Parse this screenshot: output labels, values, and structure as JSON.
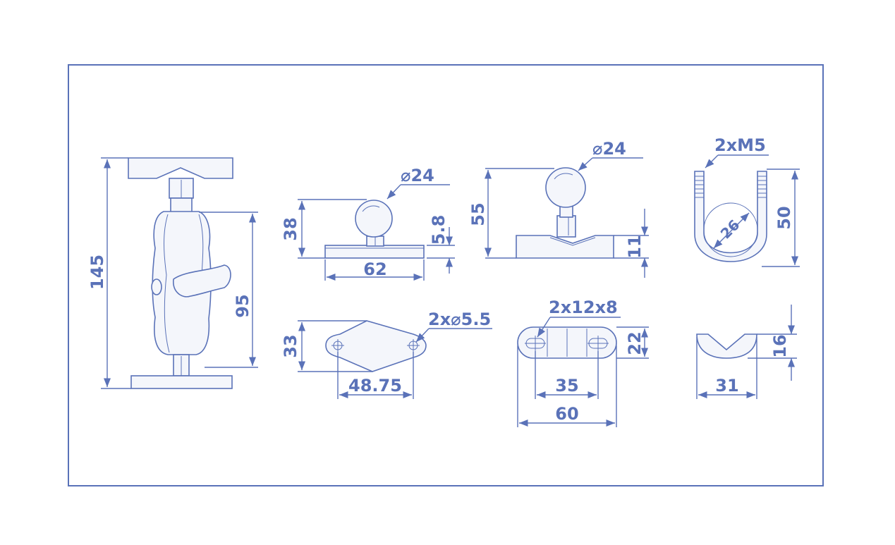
{
  "colors": {
    "line": "#5a72b8",
    "fill": "#f4f6fb",
    "background": "#ffffff"
  },
  "dimensions": {
    "arm_total_height": "145",
    "arm_body_height": "95",
    "ball_base_height": "38",
    "ball_base_diameter": "⌀24",
    "ball_base_thickness": "5.8",
    "ball_base_width": "62",
    "tbar_height": "55",
    "tbar_diameter": "⌀24",
    "tbar_thickness": "11",
    "ubolt_thread": "2xM5",
    "ubolt_height": "50",
    "ubolt_inner_diameter": "26",
    "diamond_height": "33",
    "diamond_holes": "2x⌀5.5",
    "diamond_hole_spacing": "48.75",
    "slot_size": "2x12x8",
    "slot_height": "22",
    "slot_spacing": "35",
    "slot_width": "60",
    "vblock_height": "16",
    "vblock_width": "31"
  }
}
